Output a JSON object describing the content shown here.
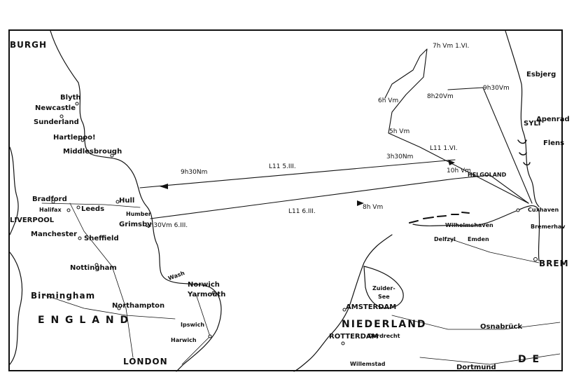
{
  "map": {
    "colors": {
      "ink": "#111111",
      "paper": "#ffffff"
    },
    "places": [
      {
        "key": "edinburgh",
        "name": "BURGH"
      },
      {
        "key": "blyth",
        "name": "Blyth"
      },
      {
        "key": "newcastle",
        "name": "Newcastle"
      },
      {
        "key": "sunderland",
        "name": "Sunderland"
      },
      {
        "key": "hartlepool",
        "name": "Hartlepoo!"
      },
      {
        "key": "middlesbrough",
        "name": "Middlesbrough"
      },
      {
        "key": "bradford",
        "name": "Bradford"
      },
      {
        "key": "leeds",
        "name": "Leeds"
      },
      {
        "key": "halifax",
        "name": "Halifax"
      },
      {
        "key": "hull",
        "name": "Hull"
      },
      {
        "key": "humber",
        "name": "Humber"
      },
      {
        "key": "grimsby",
        "name": "Grimsby"
      },
      {
        "key": "liverpool",
        "name": "LIVERPOOL"
      },
      {
        "key": "manchester",
        "name": "Manchester"
      },
      {
        "key": "sheffield",
        "name": "Sheffield"
      },
      {
        "key": "nottingham",
        "name": "Nottingham"
      },
      {
        "key": "birmingham",
        "name": "Birmingham"
      },
      {
        "key": "northampton",
        "name": "Northampton"
      },
      {
        "key": "wash",
        "name": "Wash"
      },
      {
        "key": "norwich",
        "name": "Norwich"
      },
      {
        "key": "yarmouth",
        "name": "Yarmouth"
      },
      {
        "key": "ipswich",
        "name": "Ipswich"
      },
      {
        "key": "harwich",
        "name": "Harwich"
      },
      {
        "key": "london",
        "name": "LONDON"
      },
      {
        "key": "esbjerg",
        "name": "Esbjerg"
      },
      {
        "key": "sylt",
        "name": "SYLT"
      },
      {
        "key": "apenrade",
        "name": "Apenrad"
      },
      {
        "key": "flensburg",
        "name": "Flens"
      },
      {
        "key": "helgoland",
        "name": "HELGOLAND"
      },
      {
        "key": "cuxhaven",
        "name": "Cuxhaven"
      },
      {
        "key": "bremerhaven",
        "name": "Bremerhav"
      },
      {
        "key": "wilhelmshaven",
        "name": "Wilhelmshaven"
      },
      {
        "key": "delfzyl",
        "name": "Delfzyl"
      },
      {
        "key": "emden",
        "name": "Emden"
      },
      {
        "key": "bremen",
        "name": "BREM"
      },
      {
        "key": "zuidersee",
        "name": "Zuider-"
      },
      {
        "key": "zuidersee2",
        "name": "See"
      },
      {
        "key": "amsterdam",
        "name": "AMSTERDAM"
      },
      {
        "key": "rotterdam",
        "name": "ROTTERDAM"
      },
      {
        "key": "dordrecht",
        "name": "Dordrecht"
      },
      {
        "key": "willemstad",
        "name": "Willemstad"
      },
      {
        "key": "osnabruck",
        "name": "Osnabrück"
      },
      {
        "key": "dortmund",
        "name": "Dortmund"
      }
    ],
    "regions": [
      {
        "key": "england",
        "name": "E N G L A N D"
      },
      {
        "key": "niederland",
        "name": "NIEDERLAND"
      },
      {
        "key": "de",
        "name": "D E"
      }
    ],
    "routes": [
      {
        "key": "l11-march5",
        "label": "L11   5.III."
      },
      {
        "key": "l11-march6",
        "label": "L11 6.III."
      },
      {
        "key": "l11-june1",
        "label": "L11  1.VI."
      }
    ],
    "time_marks": [
      {
        "key": "t-930nm",
        "text": "9h30Nm"
      },
      {
        "key": "t-330nm",
        "text": "3h30Nm"
      },
      {
        "key": "t-10vm",
        "text": "10h Vm"
      },
      {
        "key": "t-8vm",
        "text": "8h Vm"
      },
      {
        "key": "t-230vm",
        "text": "2h30Vm 6.III."
      },
      {
        "key": "t-7vm",
        "text": "7h Vm  1.VI."
      },
      {
        "key": "t-6vm",
        "text": "6h Vm"
      },
      {
        "key": "t-820vm",
        "text": "8h20Vm"
      },
      {
        "key": "t-930vm",
        "text": "9h30Vm"
      },
      {
        "key": "t-5vm",
        "text": "5h Vm"
      }
    ]
  }
}
